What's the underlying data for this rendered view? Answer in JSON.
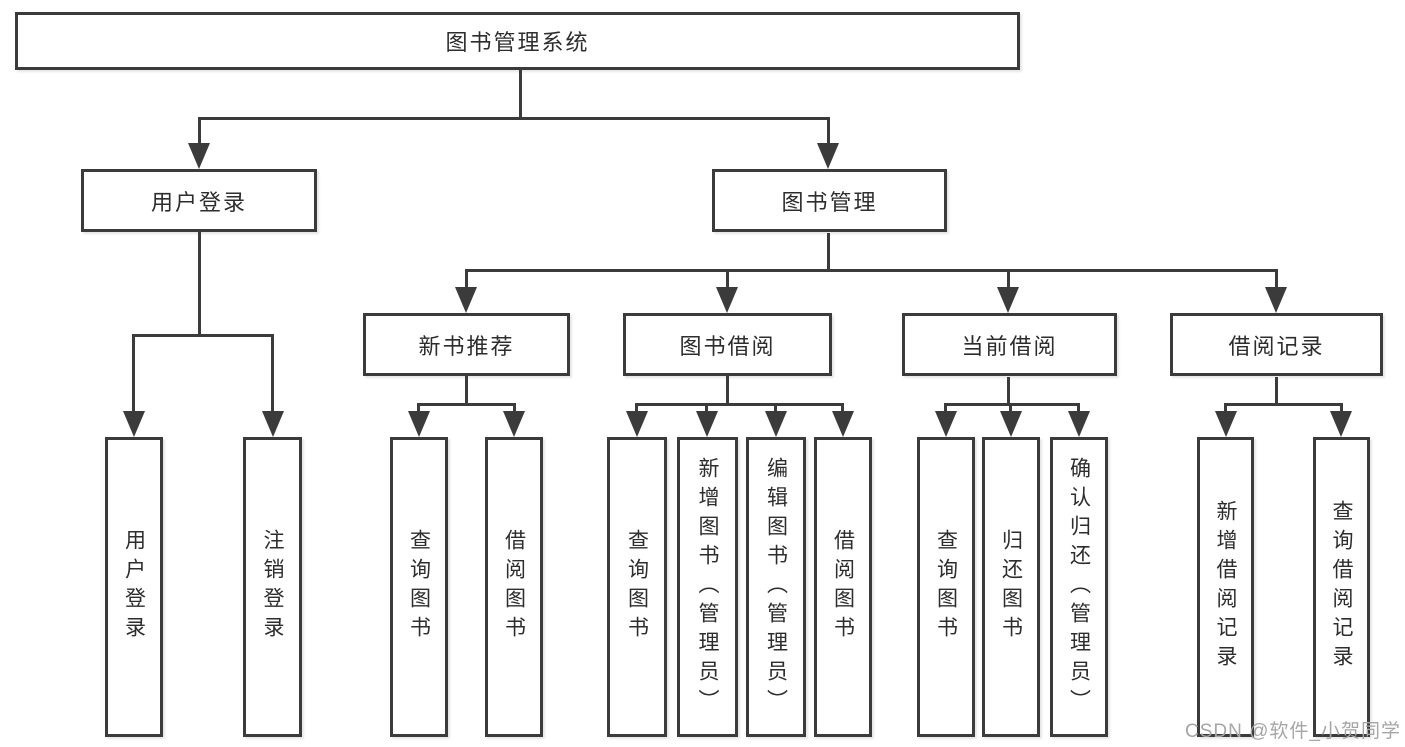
{
  "diagram": {
    "root": {
      "label": "图书管理系统"
    },
    "level2": [
      {
        "label": "用户登录"
      },
      {
        "label": "图书管理"
      }
    ],
    "level3": [
      {
        "label": "新书推荐"
      },
      {
        "label": "图书借阅"
      },
      {
        "label": "当前借阅"
      },
      {
        "label": "借阅记录"
      }
    ],
    "leaves": [
      {
        "label": "用户登录"
      },
      {
        "label": "注销登录"
      },
      {
        "label": "查询图书"
      },
      {
        "label": "借阅图书"
      },
      {
        "label": "查询图书"
      },
      {
        "label": "新增图书（管理员）"
      },
      {
        "label": "编辑图书（管理员）"
      },
      {
        "label": "借阅图书"
      },
      {
        "label": "查询图书"
      },
      {
        "label": "归还图书"
      },
      {
        "label": "确认归还（管理员）"
      },
      {
        "label": "新增借阅记录"
      },
      {
        "label": "查询借阅记录"
      }
    ]
  },
  "watermark": {
    "text": "CSDN @软件_小贺同学"
  },
  "colors": {
    "line": "#3b3b3b",
    "text": "#2d2d2d",
    "background": "#ffffff",
    "watermark": "#a6a6a6"
  }
}
